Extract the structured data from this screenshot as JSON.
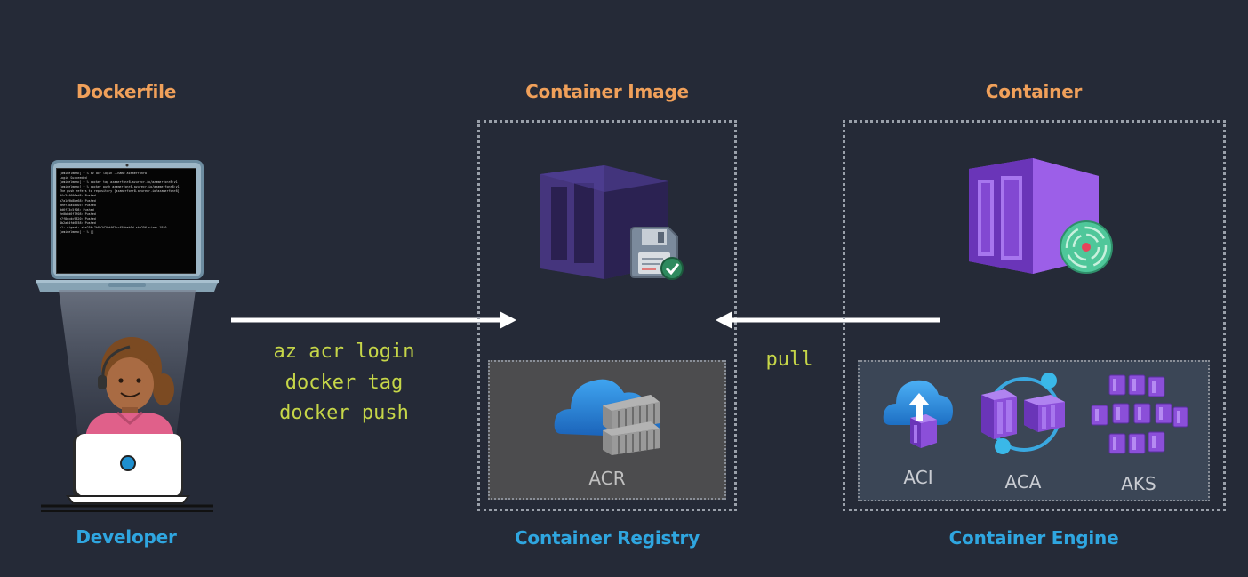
{
  "columns": {
    "dockerfile": {
      "heading": "Dockerfile",
      "caption": "Developer"
    },
    "image": {
      "heading": "Container Image",
      "caption": "Container Registry"
    },
    "container": {
      "heading": "Container",
      "caption": "Container Engine"
    }
  },
  "commands": {
    "push": [
      "az acr login",
      "docker tag",
      "docker push"
    ],
    "pull": "pull"
  },
  "registry": {
    "service": "ACR"
  },
  "engines": [
    {
      "label": "ACI"
    },
    {
      "label": "ACA"
    },
    {
      "label": "AKS"
    }
  ],
  "terminal": {
    "lines": [
      "[aminelmmmc] ~ % az acr login --name azamerfonr8",
      "Login Succeeded",
      "[aminelmmmc] ~ % docker tag azamerfonr8.azurecr.io/azamerfonr8:v1",
      "[aminelmmmc] ~ % docker push azamerfonr8.azurecr.io/azamerfonr8:v1",
      "The push refers to repository [azamerfonr8.azurecr.io/azamerfonr8]",
      "9fc3f4606ad8: Pushed",
      "b7a1c9b8be68: Pushed",
      "9eef1ba58b0c: Pushed",
      "dd6f13c5f08: Pushed",
      "2e0bbd6f7f08: Pushed",
      "e7f8ecdc9820: Pushed",
      "4b2ab4fd6938: Pushed",
      "v1: digest: sha256:7b8b2f2bdf62ccf5bbab1d sha256 size: 1910",
      "[aminelmmmc] ~ % []"
    ]
  },
  "colors": {
    "background": "#252a37",
    "heading": "#f0a05a",
    "caption": "#2fa6e0",
    "command": "#c6d648",
    "arrow": "#ffffff",
    "purple": "#8b4fd9"
  }
}
